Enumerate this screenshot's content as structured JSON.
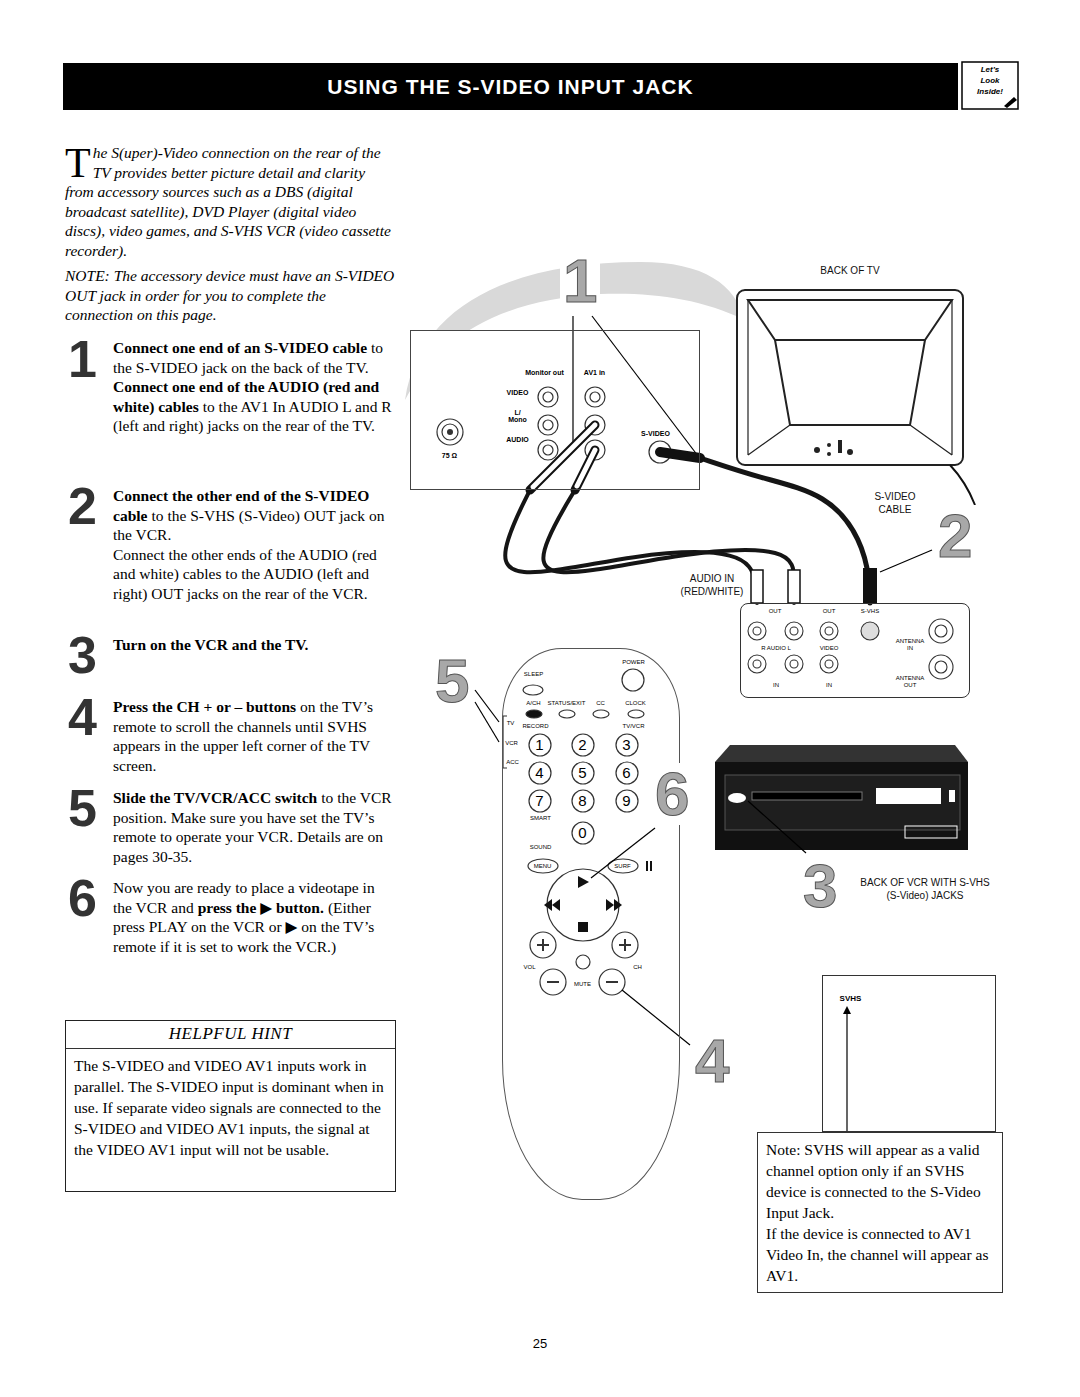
{
  "diagram": {
    "title": "USING THE S-VIDEO INPUT JACK",
    "nodes": [
      {
        "text": [
          "Monitor out",
          "AV1 in",
          "VIDEO",
          "L/ Mono",
          "AUDIO",
          "S-VIDEO",
          "75 Ω"
        ]
      },
      {
        "text": [
          "OUT",
          "OUT",
          "S-VHS",
          "R AUDIO L",
          "VIDEO",
          "ANTENNA IN",
          "IN",
          "IN",
          "ANTENNA OUT"
        ]
      },
      {
        "text": [
          "POWER",
          "SLEEP",
          "A/CH",
          "STATUS/EXIT",
          "CC",
          "CLOCK",
          "TV",
          "RECORD",
          "TV/VCR",
          "VCR",
          "ACC",
          "1",
          "2",
          "3",
          "4",
          "5",
          "6",
          "7",
          "8",
          "9",
          "SMART",
          "0",
          "SOUND",
          "MENU",
          "SURF",
          "VOL",
          "CH",
          "MUTE"
        ]
      },
      {
        "text": [
          "SVHS"
        ]
      },
      {
        "text": [
          "Note: SVHS will appear as a valid channel option only if an SVHS device is connected to the S-Video Input Jack.",
          "If the device is connected to AV1 Video In, the channel will appear as AV1."
        ]
      },
      {
        "text": [
          "HELPFUL HINT",
          "The S-VIDEO and VIDEO AV1 inputs work in parallel. The S-VIDEO input is dominant when in use. If separate video signals are connected to the S-VIDEO and VIDEO AV1 inputs, the signal at the VIDEO AV1 input will not be usable."
        ]
      }
    ],
    "edges": [
      {
        "from": 0,
        "to": 1,
        "arrow": "none"
      },
      {
        "from": 0,
        "to": 1,
        "arrow": "none"
      },
      {
        "from": 0,
        "to": 1,
        "arrow": "none"
      }
    ],
    "labels": [
      "Let’s",
      "Look",
      "Inside!",
      "The S(uper)-Video connection on the rear of the TV provides better picture detail and clarity from accessory sources such as a DBS (digital broadcast satellite), DVD Player (digital video discs), video games, and S-VHS VCR (video cassette recorder).",
      "NOTE: The accessory device must have an S-VIDEO OUT jack in order for you to complete the connection on this page.",
      "1",
      "Connect one end of an S-VIDEO cable",
      "to the S-VIDEO jack on the back of the TV.",
      "Connect one end of the AUDIO (red and white) cables",
      "to the AV1 In AUDIO L and R (left and right) jacks on the rear of the TV.",
      "2",
      "Connect the other end of the S-VIDEO cable",
      "to the S-VHS (S-Video) OUT jack on the VCR.",
      "Connect the other ends of the AUDIO (red and white) cables to the AUDIO (left and right) OUT jacks on the rear of the VCR.",
      "3",
      "Turn on the VCR and the TV.",
      "4",
      "Press the CH + or – buttons",
      "on the TV’s remote to scroll the channels until SVHS appears in the upper left corner of the TV screen.",
      "5",
      "Slide the TV/VCR/ACC switch",
      "to the VCR position. Make sure you have set the TV’s remote to operate your VCR. Details are on pages 30-35.",
      "6",
      "Now you are ready to place a videotape in the VCR and",
      "press the ▶ button.",
      "(Either press PLAY on the VCR or ▶ on the TV’s remote if it is set to work the VCR.)",
      "1",
      "BACK OF TV",
      "S-VIDEO CABLE",
      "2",
      "AUDIO IN (RED/WHITE)",
      "5",
      "6",
      "3",
      "BACK OF VCR WITH S-VHS (S-Video) JACKS",
      "4",
      "25"
    ]
  }
}
